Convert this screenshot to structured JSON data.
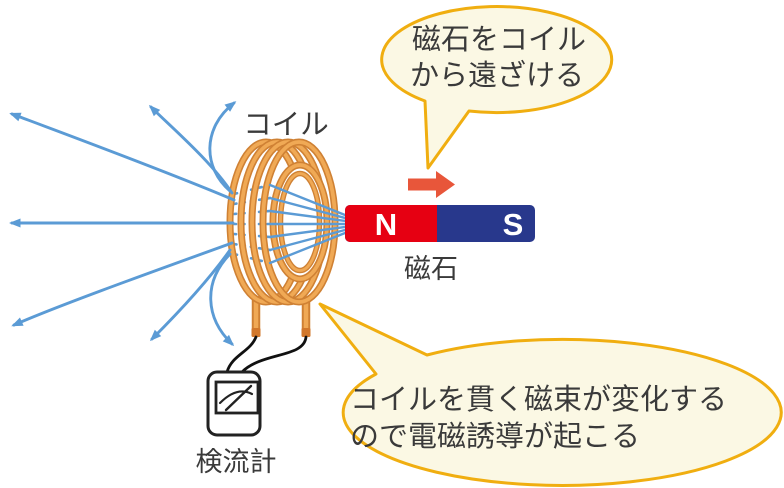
{
  "diagram": {
    "labels": {
      "coil": "コイル",
      "magnet": "磁石",
      "galvanometer": "検流計",
      "pole_n": "N",
      "pole_s": "S"
    },
    "callouts": {
      "move_magnet": {
        "line1": "磁石をコイル",
        "line2": "から遠ざける"
      },
      "induction": {
        "line1": "コイルを貫く磁束が変化する",
        "line2": "ので電磁誘導が起こる"
      }
    },
    "colors": {
      "field_line": "#5b9bd5",
      "coil_outline": "#cf8134",
      "coil_fill": "#f0a955",
      "magnet_n_red": "#e60012",
      "magnet_s_blue": "#28388c",
      "move_arrow": "#e8563a",
      "bubble_fill": "#fbf8e4",
      "bubble_border": "#f0ae10",
      "wire": "#111111",
      "text": "#3a3a3a"
    }
  }
}
